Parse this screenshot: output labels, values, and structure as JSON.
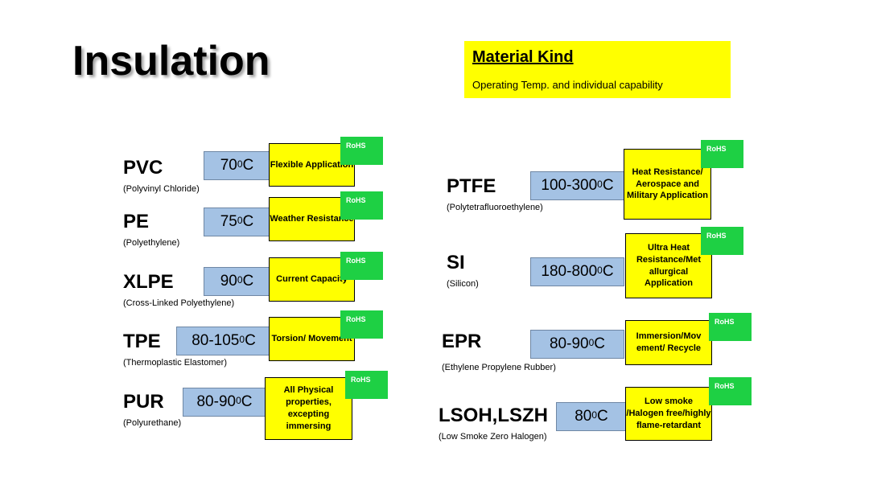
{
  "title": "Insulation",
  "legend": {
    "title": "Material Kind",
    "subtitle": "Operating Temp. and individual capability"
  },
  "colors": {
    "capability_box": "#ffff00",
    "temperature_box": "#a4c2e4",
    "rohs_badge": "#1ed044"
  },
  "materials": [
    {
      "name": "PVC",
      "full_name": "(Polyvinyl Chloride)",
      "temp": "70",
      "unit": "C",
      "capability": "Flexible Application",
      "rohs": "RoHS"
    },
    {
      "name": "PE",
      "full_name": "(Polyethylene)",
      "temp": "75",
      "unit": "C",
      "capability": "Weather Resistance",
      "rohs": "RoHS"
    },
    {
      "name": "XLPE",
      "full_name": "(Cross-Linked Polyethylene)",
      "temp": "90",
      "unit": "C",
      "capability": "Current Capacity",
      "rohs": "RoHS"
    },
    {
      "name": "TPE",
      "full_name": "(Thermoplastic Elastomer)",
      "temp": "80-105",
      "unit": "C",
      "capability": "Torsion/ Movement",
      "rohs": "RoHS"
    },
    {
      "name": "PUR",
      "full_name": "(Polyurethane)",
      "temp": "80-90",
      "unit": "C",
      "capability": "All Physical properties, excepting immersing",
      "rohs": "RoHS"
    },
    {
      "name": "PTFE",
      "full_name": "(Polytetrafluoroethylene)",
      "temp": "100-300",
      "unit": "C",
      "capability": "Heat Resistance/ Aerospace and Military Application",
      "rohs": "RoHS"
    },
    {
      "name": "SI",
      "full_name": "(Silicon)",
      "temp": "180-800",
      "unit": "C",
      "capability": "Ultra Heat Resistance/Met allurgical Application",
      "rohs": "RoHS"
    },
    {
      "name": "EPR",
      "full_name": "(Ethylene Propylene Rubber)",
      "temp": "80-90",
      "unit": "C",
      "capability": "Immersion/Mov ement/ Recycle",
      "rohs": "RoHS"
    },
    {
      "name": "LSOH,LSZH",
      "full_name": "(Low Smoke  Zero  Halogen)",
      "temp": "80",
      "unit": "C",
      "capability": "Low smoke /Halogen free/highly flame-retardant",
      "rohs": "RoHS"
    }
  ],
  "degree_mark": "0"
}
